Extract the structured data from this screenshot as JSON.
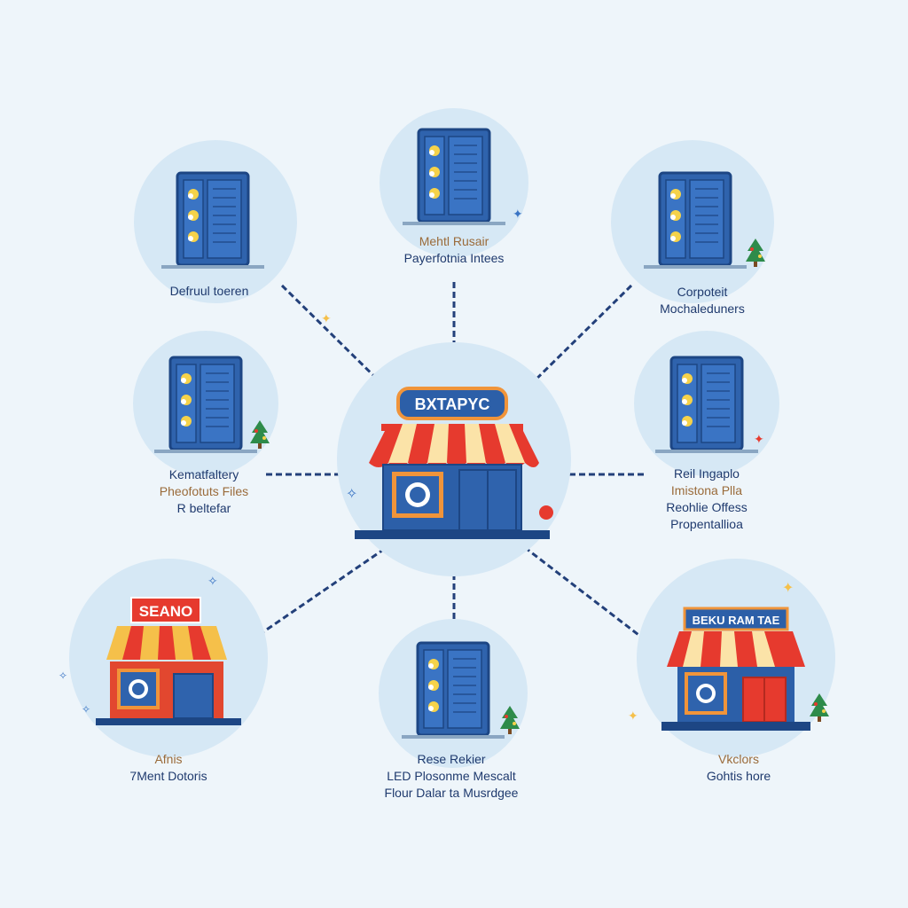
{
  "center": {
    "sign": "BXTAPYC"
  },
  "nodes": {
    "top": {
      "lines": [
        "Mehtl Rusair",
        "Payerfotnia Intees"
      ]
    },
    "top_left": {
      "lines": [
        "Defruul toeren"
      ]
    },
    "top_right": {
      "lines": [
        "Corpoteit",
        "Mochaleduners"
      ]
    },
    "mid_left": {
      "lines": [
        "Kematfaltery",
        "Pheofotuts Files",
        "R beltefar"
      ]
    },
    "mid_right": {
      "lines": [
        "Reil Ingaplo",
        "Imistona Plla",
        "Reohlie Offess",
        "Propentallioa"
      ]
    },
    "bottom_left": {
      "sign": "SEANO",
      "lines": [
        "Afnis",
        "7Ment Dotoris"
      ]
    },
    "bottom": {
      "lines": [
        "Rese Rekier",
        "LED Plosonme Mescalt",
        "Flour Dalar ta Musrdgee"
      ]
    },
    "bottom_right": {
      "sign": "BEKU RAM TAE",
      "lines": [
        "Vkclors",
        "Gohtis hore"
      ]
    }
  },
  "colors": {
    "background": "#eef5fa",
    "circle": "#d6e8f5",
    "kiosk": "#2f63ad",
    "kiosk_dark": "#1d4684",
    "awning_red": "#e63a2e",
    "awning_cream": "#fbe3a8",
    "shop_blue": "#2c5fa8",
    "sign_orange": "#f0943a",
    "connector": "#23407a",
    "label_dark": "#1f3a6e",
    "label_brown": "#9a6b3a"
  }
}
